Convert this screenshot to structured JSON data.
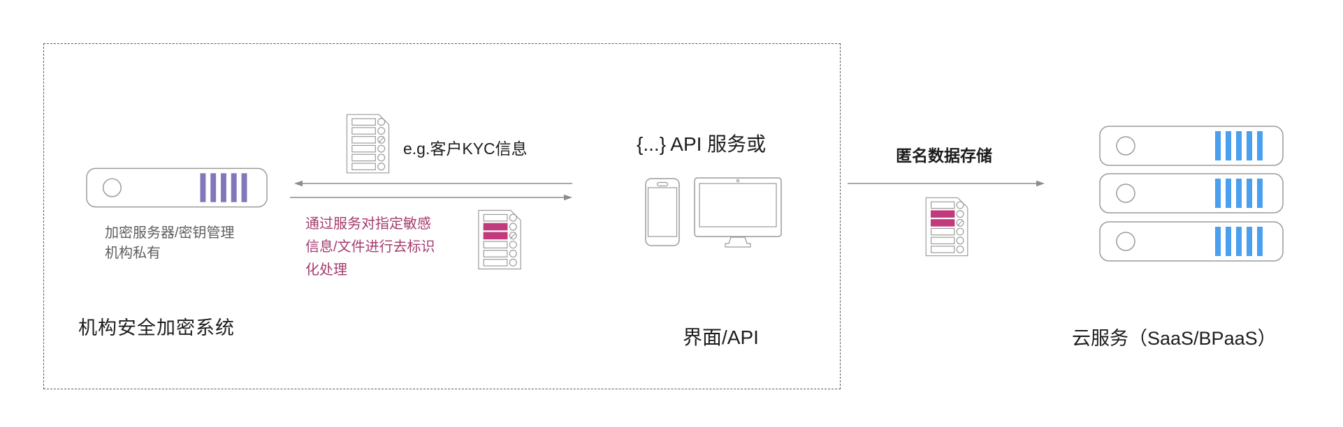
{
  "colors": {
    "purple_bar": "#8177B9",
    "blue_bar": "#4A9FEE",
    "magenta_fill": "#C03A7C",
    "pink_text": "#A53B6F",
    "outline": "#9A9A9A",
    "arrow": "#8C8C8C",
    "dashed_border": "#5A5A5A",
    "text_dark": "#1C1C1C",
    "caption_gray": "#5E5E5E"
  },
  "enclosure": {
    "label": "机构安全加密系统"
  },
  "encryption_server": {
    "caption_line1": "加密服务器/密钥管理",
    "caption_line2": "机构私有"
  },
  "exchange": {
    "kyc_label": "e.g.客户KYC信息",
    "deidentify_note_line1": "通过服务对指定敏感",
    "deidentify_note_line2": "信息/文件进行去标识",
    "deidentify_note_line3": "化处理"
  },
  "api": {
    "heading": "{...} API 服务或",
    "caption": "界面/API"
  },
  "storage_flow": {
    "label": "匿名数据存储"
  },
  "cloud": {
    "caption": "云服务（SaaS/BPaaS）"
  }
}
